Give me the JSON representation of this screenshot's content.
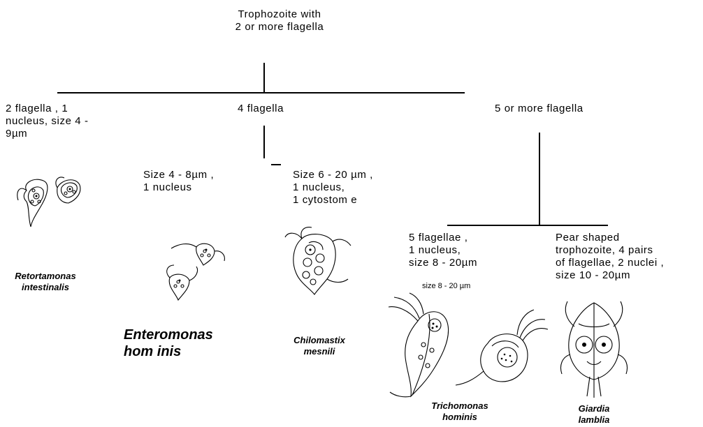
{
  "root": {
    "line1": "Trophozoite with",
    "line2": "2 or more flagella"
  },
  "branches": {
    "two_flagella": {
      "line1": "2 flagella , 1",
      "line2": "nucleus, size 4 -",
      "line3": "9µm"
    },
    "four_flagella": {
      "label": "4 flagella"
    },
    "five_flagella": {
      "label": "5 or more flagella"
    }
  },
  "subbranches": {
    "enteromonas_desc": {
      "line1": "Size 4 - 8µm ,",
      "line2": "1 nucleus"
    },
    "chilomastix_desc": {
      "line1": "Size 6 - 20 µm ,",
      "line2": "1 nucleus,",
      "line3": "1 cytostom e"
    },
    "trichomonas_desc": {
      "line1": "5 flagellae ,",
      "line2": "1 nucleus,",
      "line3": "size 8 - 20µm",
      "small": "size 8 - 20 µm"
    },
    "giardia_desc": {
      "line1": "Pear shaped",
      "line2": "trophozoite, 4 pairs",
      "line3": "of flagellae, 2 nuclei ,",
      "line4": "size 10 - 20µm"
    }
  },
  "species": {
    "retortamonas": {
      "line1": "Retortamonas",
      "line2": "intestinalis"
    },
    "enteromonas": {
      "line1": "Enteromonas",
      "line2": "hom inis"
    },
    "chilomastix": {
      "line1": "Chilomastix",
      "line2": "mesnili"
    },
    "trichomonas": {
      "line1": "Trichomonas",
      "line2": "hominis"
    },
    "giardia": {
      "line1": "Giardia",
      "line2": "lamblia"
    }
  },
  "icons": [
    "retortamonas-illustration-icon",
    "enteromonas-illustration-icon",
    "chilomastix-illustration-icon",
    "trichomonas-illustration-icon",
    "giardia-illustration-icon"
  ]
}
